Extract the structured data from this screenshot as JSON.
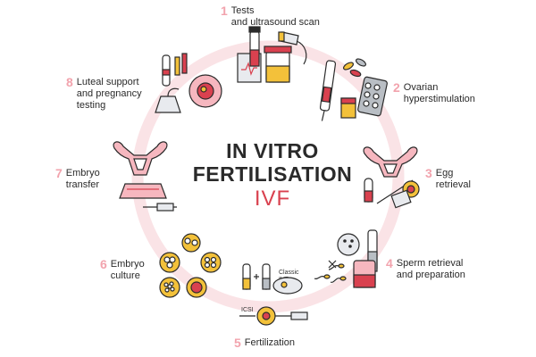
{
  "title": {
    "line1": "IN VITRO",
    "line2": "FERTILISATION",
    "abbr": "IVF"
  },
  "steps": [
    {
      "num": "1",
      "line1": "Tests",
      "line2": "and ultrasound scan"
    },
    {
      "num": "2",
      "line1": "Ovarian",
      "line2": "hyperstimulation"
    },
    {
      "num": "3",
      "line1": "Egg",
      "line2": "retrieval"
    },
    {
      "num": "4",
      "line1": "Sperm retrieval",
      "line2": "and preparation"
    },
    {
      "num": "5",
      "line1": "Fertilization",
      "line2": ""
    },
    {
      "num": "6",
      "line1": "Embryo",
      "line2": "culture"
    },
    {
      "num": "7",
      "line1": "Embryo",
      "line2": "transfer"
    },
    {
      "num": "8",
      "line1": "Luteal support",
      "line2": "and pregnancy",
      "line3": "testing"
    }
  ],
  "small_labels": {
    "classic": "Classic",
    "ivf": "IVF",
    "icsi": "ICSI"
  },
  "colors": {
    "ring": "#fae3e6",
    "accent": "#d9414f",
    "number": "#f2a3ad",
    "outline": "#2b2b2b",
    "yellow": "#f3c13a",
    "pink": "#f6b7bf",
    "gray": "#b9bec4"
  }
}
